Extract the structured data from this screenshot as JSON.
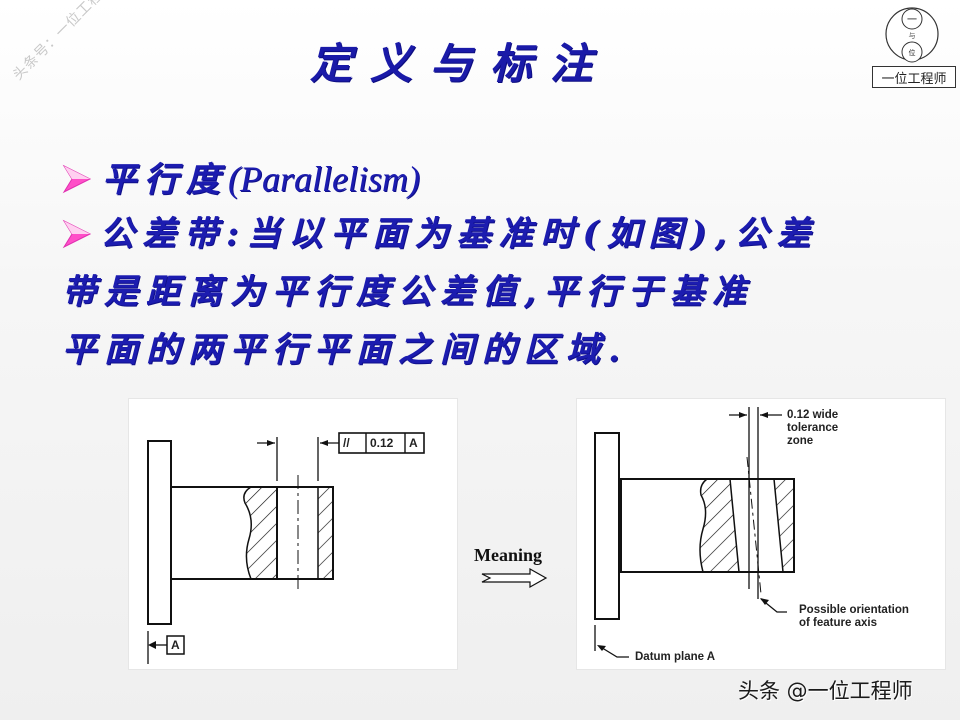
{
  "watermark": {
    "text": "头条号：一位工程师"
  },
  "logo": {
    "top_char": "一",
    "middle_char": "与",
    "bottom_char": "位",
    "label": "一位工程师"
  },
  "title": "定义与标注",
  "bullets": [
    {
      "icon": "pink-arrow-bullet-icon",
      "text_cn": "平行度",
      "text_latin": "(Parallelism)"
    },
    {
      "icon": "pink-arrow-bullet-icon",
      "lines": [
        "公差带:当以平面为基准时(如图),公差",
        "带是距离为平行度公差值,平行于基准",
        "平面的两平行平面之间的区域."
      ]
    }
  ],
  "figure_left": {
    "fcf": {
      "symbol": "//",
      "tolerance": "0.12",
      "datum": "A"
    },
    "datum_label": "A"
  },
  "meaning": {
    "label": "Meaning",
    "icon": "right-arrow-icon"
  },
  "figure_right": {
    "zone_label": [
      "0.12 wide",
      "tolerance",
      "zone"
    ],
    "axis_label": [
      "Possible orientation",
      "of feature axis"
    ],
    "datum_plane_label": "Datum plane A"
  },
  "footer": {
    "text": "头条 @一位工程师"
  },
  "colors": {
    "title": "#1a1aa8",
    "body_text": "#1c1cb0",
    "bullet": "#ff40c0"
  }
}
